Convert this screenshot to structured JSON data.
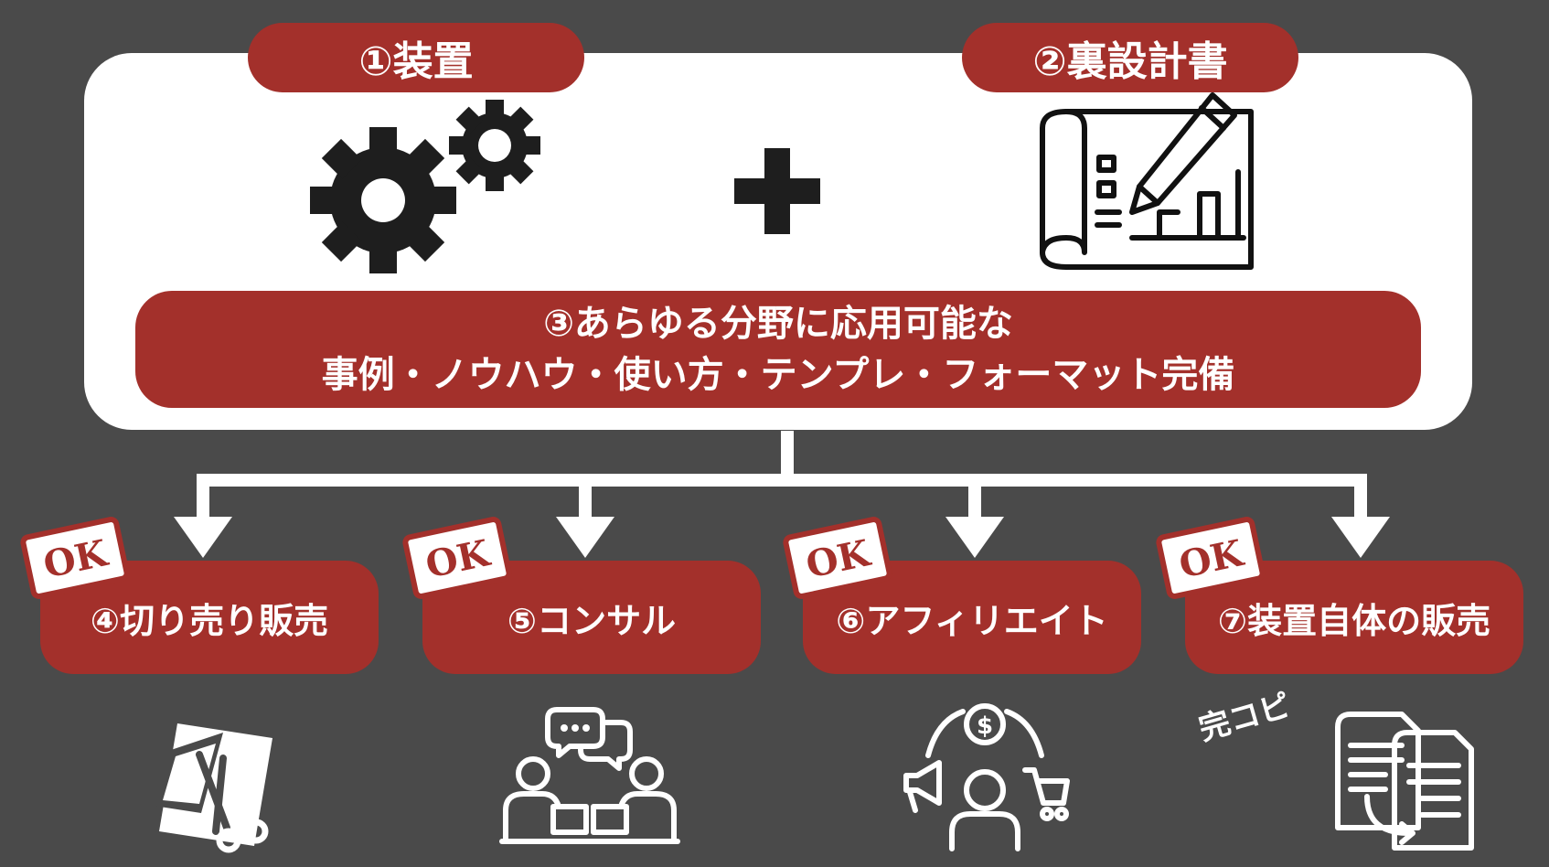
{
  "top": {
    "device_label": "①装置",
    "blueprint_label": "②裏設計書",
    "main_line1": "③あらゆる分野に応用可能な",
    "main_line2": "事例・ノウハウ・使い方・テンプレ・フォーマット完備"
  },
  "stamp_text": "OK",
  "outputs": [
    {
      "label": "④切り売り販売",
      "icon": "scissors-paper-icon"
    },
    {
      "label": "⑤コンサル",
      "icon": "consulting-people-icon"
    },
    {
      "label": "⑥アフィリエイト",
      "icon": "affiliate-marketing-icon"
    },
    {
      "label": "⑦装置自体の販売",
      "icon": "copy-documents-icon"
    }
  ],
  "copy_label": "完コピ",
  "colors": {
    "background": "#4a4a4a",
    "accent": "#a3302b",
    "panel": "#ffffff"
  }
}
